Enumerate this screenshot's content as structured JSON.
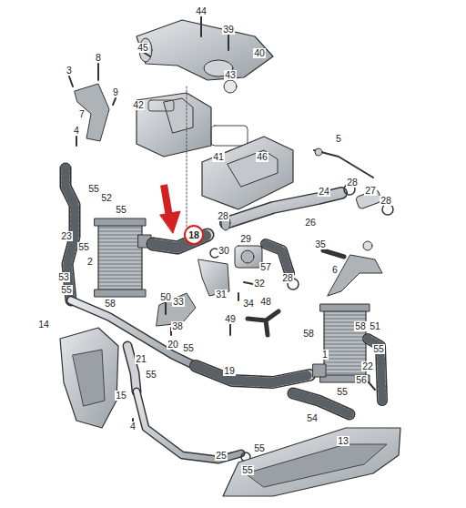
{
  "diagram": {
    "nodes": [
      {
        "text": [
          "18"
        ]
      }
    ],
    "labels": [
      "44",
      "39",
      "45",
      "8",
      "43",
      "40",
      "3",
      "9",
      "42",
      "7",
      "4",
      "41",
      "46",
      "5",
      "55",
      "52",
      "28",
      "24",
      "27",
      "28",
      "55",
      "28",
      "26",
      "23",
      "55",
      "30",
      "29",
      "35",
      "57",
      "2",
      "6",
      "53",
      "28",
      "32",
      "55",
      "31",
      "50",
      "33",
      "58",
      "34",
      "48",
      "49",
      "38",
      "14",
      "58",
      "58",
      "51",
      "20",
      "55",
      "1",
      "55",
      "21",
      "22",
      "19",
      "55",
      "56",
      "15",
      "55",
      "54",
      "4",
      "13",
      "25",
      "55",
      "55"
    ]
  }
}
